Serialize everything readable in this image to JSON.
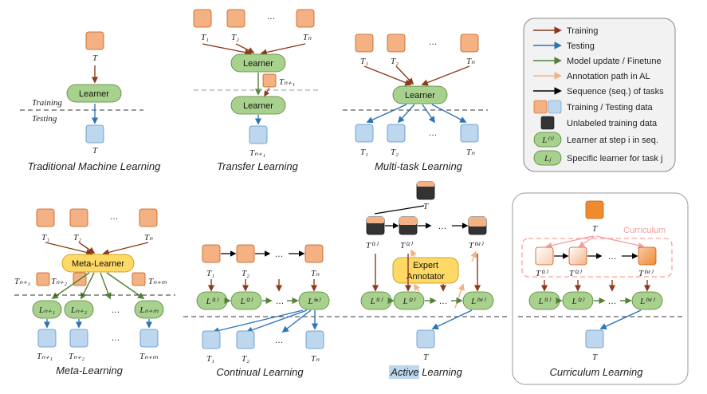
{
  "panels": {
    "traditional": {
      "caption": "Traditional Machine Learning",
      "task_label": "T",
      "learner": "Learner",
      "training_label": "Training",
      "testing_label": "Testing",
      "test_label": "T"
    },
    "transfer": {
      "caption": "Transfer Learning",
      "tasks": [
        "T₁",
        "T₂",
        "Tₙ"
      ],
      "learner_top": "Learner",
      "learner_bottom": "Learner",
      "new_task": "Tₙ₊₁",
      "test_label": "Tₙ₊₁"
    },
    "multitask": {
      "caption": "Multi-task Learning",
      "tasks": [
        "T₁",
        "T₂",
        "Tₙ"
      ],
      "learner": "Learner",
      "tests": [
        "T₁",
        "T₂",
        "Tₙ"
      ]
    },
    "meta": {
      "caption": "Meta-Learning",
      "tasks": [
        "T₁",
        "T₂",
        "Tₙ"
      ],
      "learner": "Meta-Learner",
      "new_tasks": [
        "Tₙ₊₁",
        "Tₙ₊₂",
        "Tₙ₊ₘ"
      ],
      "learners": [
        "Lₙ₊₁",
        "Lₙ₊₂",
        "Lₙ₊ₘ"
      ],
      "tests": [
        "Tₙ₊₁",
        "Tₙ₊₂",
        "Tₙ₊ₘ"
      ]
    },
    "continual": {
      "caption": "Continual Learning",
      "tasks": [
        "T₁",
        "T₂",
        "Tₙ"
      ],
      "learners": [
        "L⁽¹⁾",
        "L⁽²⁾",
        "L⁽ⁿ⁾"
      ],
      "tests": [
        "T₁",
        "T₂",
        "Tₙ"
      ]
    },
    "active": {
      "caption_highlight": "Active",
      "caption_rest": " Learning",
      "top_label": "T",
      "tasks": [
        "T⁽¹⁾",
        "T⁽²⁾",
        "T⁽ᴹ⁾"
      ],
      "annotator": [
        "Expert",
        "Annotator"
      ],
      "learners": [
        "L⁽¹⁾",
        "L⁽²⁾",
        "L⁽ᴹ⁾"
      ],
      "test_label": "T"
    },
    "curriculum": {
      "caption": "Curriculum Learning",
      "top_label": "T",
      "curriculum_label": "Curriculum",
      "tasks": [
        "T⁽¹⁾",
        "T⁽²⁾",
        "T⁽ᴹ⁾"
      ],
      "learners": [
        "L⁽¹⁾",
        "L⁽²⁾",
        "L⁽ᴹ⁾"
      ],
      "test_label": "T"
    }
  },
  "ellipsis": "…",
  "legend": {
    "items": [
      {
        "label": "Training",
        "kind": "arrow",
        "color": "#8B3A1A"
      },
      {
        "label": "Testing",
        "kind": "arrow",
        "color": "#2E75B6"
      },
      {
        "label": "Model update / Finetune",
        "kind": "arrow",
        "color": "#538135"
      },
      {
        "label": "Annotation path in AL",
        "kind": "arrow",
        "color": "#F4B183"
      },
      {
        "label": "Sequence (seq.) of tasks",
        "kind": "arrow",
        "color": "#000000"
      },
      {
        "label": "Training / Testing data",
        "kind": "data"
      },
      {
        "label": "Unlabeled training data",
        "kind": "unlabeled"
      },
      {
        "label": "Learner at step i in seq.",
        "kind": "learner",
        "symbol": "L⁽ⁱ⁾"
      },
      {
        "label": "Specific learner for task j",
        "kind": "learner",
        "symbol": "Lⱼ"
      }
    ]
  },
  "colors": {
    "train_box": "#F4B183",
    "train_border": "#C55A11",
    "test_box": "#BDD7EE",
    "test_border": "#5B8FC7",
    "learner_fill": "#A9D18E",
    "learner_border": "#548235",
    "meta_fill": "#FFD966",
    "meta_border": "#BF9000",
    "train_arrow": "#8B3A1A",
    "test_arrow": "#2E75B6",
    "update_arrow": "#538135",
    "annot_arrow": "#F4B183",
    "seq_arrow": "#000000",
    "curriculum": "#F4A0A0"
  }
}
